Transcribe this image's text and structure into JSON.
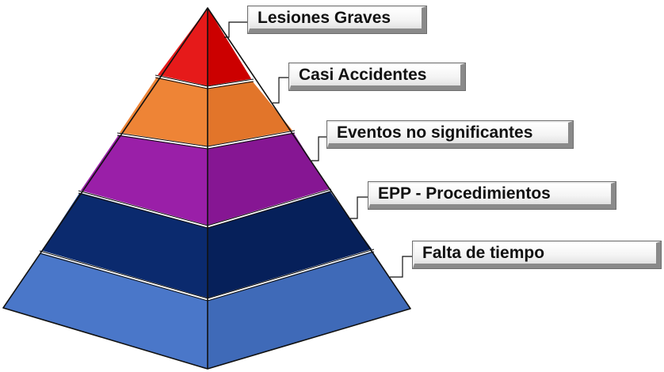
{
  "pyramid": {
    "levels": [
      {
        "label": "Lesiones Graves",
        "color": "#e61a1a",
        "shade": "#cc0000"
      },
      {
        "label": "Casi Accidentes",
        "color": "#ee8436",
        "shade": "#e2752a"
      },
      {
        "label": "Eventos no significantes",
        "color": "#9a1fa8",
        "shade": "#861693"
      },
      {
        "label": "EPP - Procedimientos",
        "color": "#0b2a6e",
        "shade": "#06205a"
      },
      {
        "label": "Falta de tiempo",
        "color": "#4a77c9",
        "shade": "#3f6ab8"
      }
    ]
  }
}
